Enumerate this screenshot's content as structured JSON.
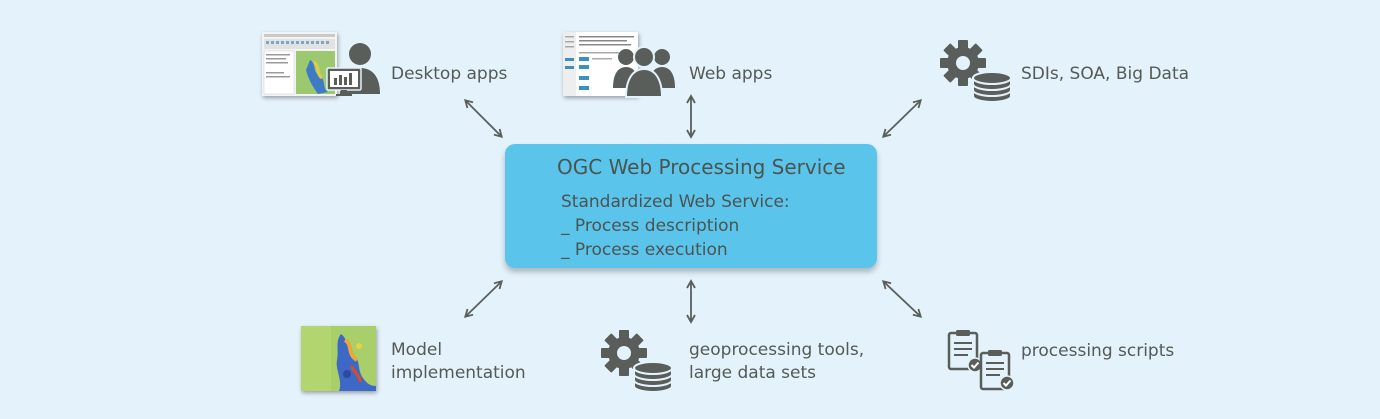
{
  "center": {
    "title": "OGC Web Processing Service",
    "subtitle": "Standardized Web Service:",
    "item1": "_ Process description",
    "item2": "_ Process execution"
  },
  "nodes": {
    "desktop": "Desktop apps",
    "web": "Web apps",
    "sdi": "SDIs, SOA, Big Data",
    "model_line1": "Model",
    "model_line2": "implementation",
    "geo_line1": "geoprocessing tools,",
    "geo_line2": "large data sets",
    "scripts": "processing scripts"
  },
  "icons": {
    "desktop": "person-monitor-icon",
    "web": "group-icon",
    "sdi": "gear-database-icon",
    "geo": "gear-database-icon",
    "scripts": "clipboard-check-icon"
  },
  "colors": {
    "background": "#e4f2fb",
    "box": "#5bc4ea",
    "icon": "#595e5a",
    "text": "#545a56"
  }
}
